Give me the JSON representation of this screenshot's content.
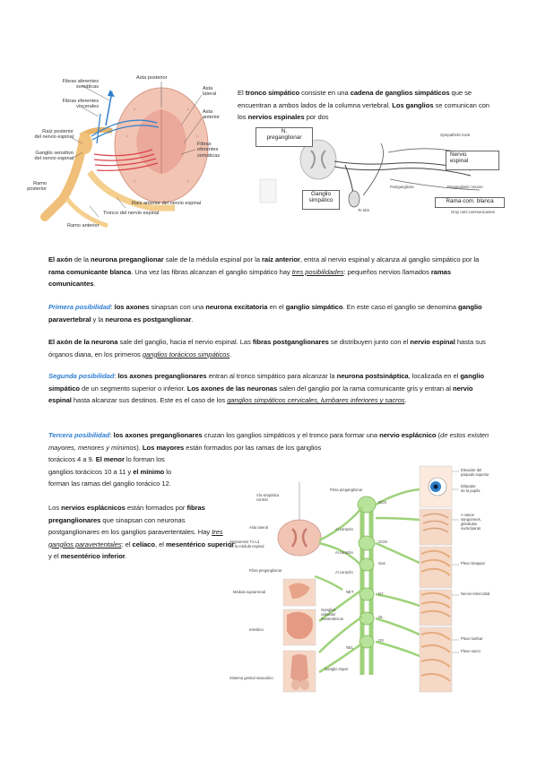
{
  "figure1": {
    "labels": {
      "afferent_somatic": "Fibras aferentes\nsomáticas",
      "efferent_visceral": "Fibras eferentes\nviscerales",
      "posterior_root": "Raíz posterior\ndel nervio espinal",
      "sensory_ganglion": "Ganglio sensitivo\ndel nervio espinal",
      "posterior_ramus": "Ramo\nposterior",
      "posterior_horn": "Asta posterior",
      "lateral_horn": "Asta\nlateral",
      "anterior_horn": "Asta\nanterior",
      "efferent_somatic": "Fibras\neferentes\nsomáticas",
      "anterior_root": "Raíz anterior del nervio espinal",
      "spinal_trunk": "Tronco del nervio espinal",
      "anterior_ramus": "Ramo anterior"
    }
  },
  "intro": {
    "p1_a": "El ",
    "p1_b": "tronco simpático",
    "p1_c": " consiste en una ",
    "p1_d": "cadena de ganglios simpáticos",
    "p1_e": " que se encuentran a ambos lados de la columna vertebral. ",
    "p1_f": "Los ganglios",
    "p1_g": " se comunican con los ",
    "p1_h": "nervios espinales",
    "p1_i": " por dos"
  },
  "figure2": {
    "n_preganglionar": "N.\npreganglionar",
    "nervio_espinal": "Nervio\nespinal",
    "ganglio_simpatico": "Ganglio\nsimpático",
    "rama_com_blanca": "Rama com. blanca",
    "small": [
      "Sympathetic trunk",
      "Preganglionic neuron",
      "Gray rami communicantes",
      "To skin",
      "Postganglionic"
    ]
  },
  "para1": {
    "a": "El axón",
    "b": " de la ",
    "c": "neurona preganglionar",
    "d": " sale de la médula espinal por la ",
    "e": "raíz anterior",
    "f": ", entra al nervio espinal y alcanza al ganglio simpático por la ",
    "g": "rama comunicante blanca",
    "h": ". Una vez las fibras alcanzan el ganglio simpático hay ",
    "i": "tres posibilidades",
    "j": ": pequeños nervios llamados ",
    "k": "ramas comunicantes",
    "l": "."
  },
  "para2": {
    "a": "Primera posibilidad",
    "b": ": ",
    "c": "los axones",
    "d": " sinapsan con una ",
    "e": "neurona excitatoria",
    "f": " en el ",
    "g": "ganglio simpático",
    "h": ". En este caso el ganglio se denomina ",
    "i": "ganglio paravertebral",
    "j": " y la ",
    "k": "neurona es postganglionar",
    "l": "."
  },
  "para3": {
    "a": "El axón de la neurona",
    "b": " sale del ganglio, hacia el nervio espinal. Las ",
    "c": "fibras postganglionares",
    "d": " se distribuyen junto con el ",
    "e": "nervio espinal",
    "f": " hasta sus órganos diana, en los primeros ",
    "g": "ganglios torácicos simpáticos",
    "h": "."
  },
  "para4": {
    "a": "Segunda posibilidad",
    "b": ": ",
    "c": "los axones preganglionares",
    "d": " entran al tronco simpático para alcanzar la ",
    "e": "neurona postsináptica",
    "f": ", localizada en el ",
    "g": "ganglio simpático",
    "h": " de un segmento superior o inferior. ",
    "i": "Los axones de las neuronas",
    "j": " salen del ganglio por la rama comunicante gris y entran al ",
    "k": "nervio espinal",
    "l": " hasta alcanzar sus destinos. Este es el caso de los ",
    "m": "ganglios simpáticos cervicales, lumbares inferiores y sacros",
    "n": "."
  },
  "para5": {
    "a": "Tercera posibilidad",
    "b": ": ",
    "c": "los axones preganglionares",
    "d": " cruzan los ganglios simpáticos y el tronco para formar una ",
    "e": "nervio esplácnico",
    "f": " (",
    "g": "de estos existen mayores, menores y mínimos",
    "h": "). ",
    "i": "Los mayores",
    "j": " están formados por las ramas de los ganglios",
    "k": "torácicos 4 a 9. ",
    "l": "El menor",
    "m": " lo forman los",
    "n": "ganglios torácicos 10 a 11 y ",
    "o": "el mínimo",
    "p": " lo",
    "q": "forman las ramas del ganglio torácico 12."
  },
  "para6": {
    "a": "Los ",
    "b": "nervios esplácnicos",
    "c": " están formados por ",
    "d": "fibras preganglionares",
    "e": " que sinapsan con neuronas postganglionares en los ganglios paravertentales. Hay ",
    "f": "tres ganglios paravertentales",
    "g": ": el ",
    "h": "celíaco",
    "i": ", el ",
    "j": "mesentérico superior",
    "k": " y el ",
    "l": "mesentérico inferior",
    "m": "."
  },
  "figure3": {
    "left": [
      "Vía simpática\ncentral",
      "Asta lateral",
      "Segmentos T1-L3\nde la médula espinal",
      "Fibra preganglionar",
      "Médula suprarrenal",
      "Intestino",
      "Sistema genital masculino"
    ],
    "mid": [
      "Fibra preganglionar",
      "Al corazón",
      "Al corazón",
      "Al corazón",
      "NET",
      "Ganglios\nceliacos/\nmesentéricos",
      "NEL",
      "Ganglio impar"
    ],
    "ganglia": [
      "GCS",
      "GCM",
      "Gas",
      "G7",
      "GL",
      "GS"
    ],
    "right": [
      "Elevador del\npárpado superior",
      "Dilatador\nde la pupila",
      "A vasos\nsanguíneos,\nglándulas\nsudoríparas",
      "Plexo braquial",
      "Nervio intercostal",
      "Plexo lumbar",
      "Plexo sacro"
    ]
  },
  "colors": {
    "accent_blue": "#2f7fd0",
    "nerve_green": "#9ed27a",
    "cord_pink": "#f2c4b4"
  }
}
